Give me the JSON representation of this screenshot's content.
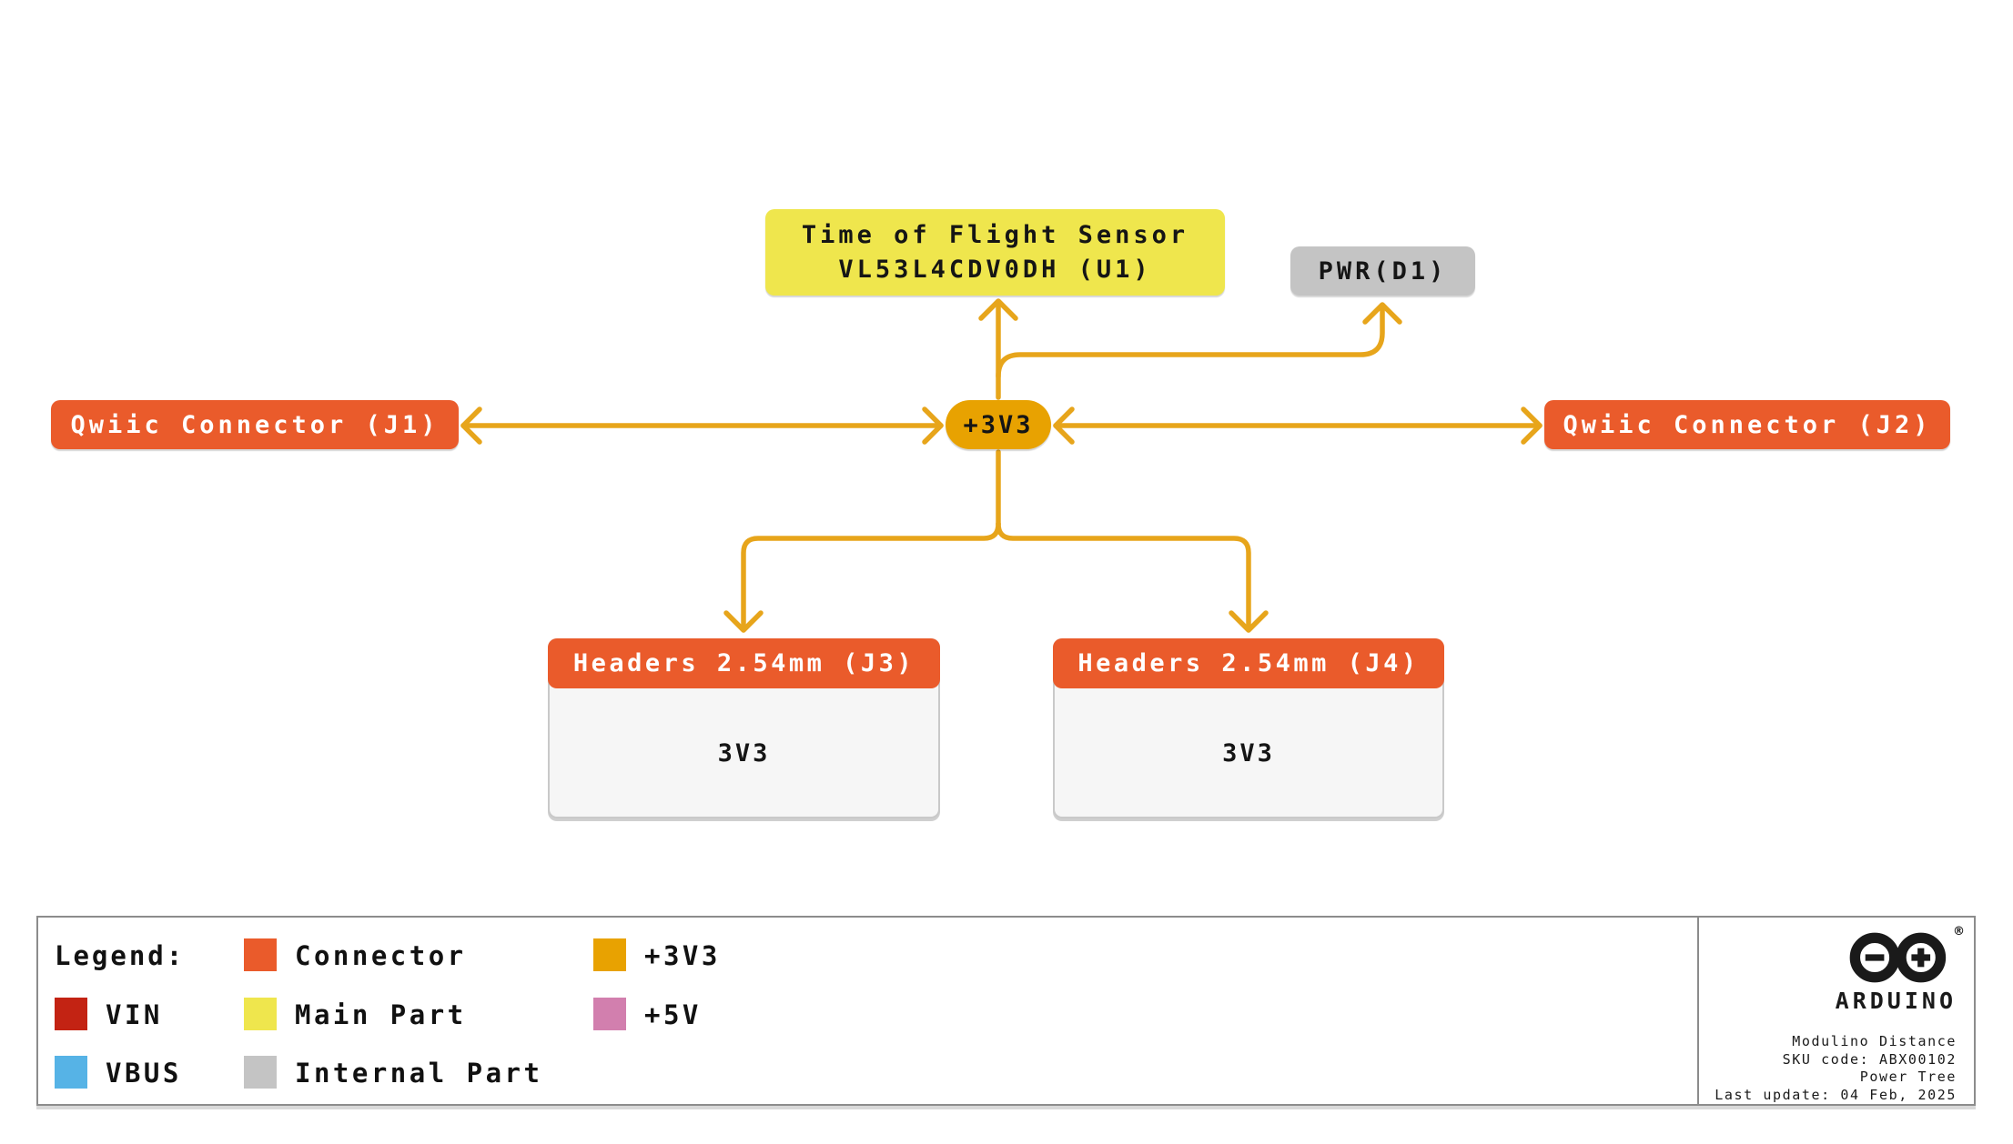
{
  "nodes": {
    "tof": {
      "line1": "Time of Flight Sensor",
      "line2": "VL53L4CDV0DH (U1)"
    },
    "pwr": {
      "label": "PWR(D1)"
    },
    "rail": {
      "label": "+3V3"
    },
    "j1": {
      "label": "Qwiic Connector (J1)"
    },
    "j2": {
      "label": "Qwiic Connector (J2)"
    },
    "j3": {
      "header": "Headers 2.54mm (J3)",
      "pin": "3V3"
    },
    "j4": {
      "header": "Headers 2.54mm (J4)",
      "pin": "3V3"
    }
  },
  "legend": {
    "title": "Legend:",
    "items": [
      {
        "label": "Connector",
        "color": "#EA5B2B"
      },
      {
        "label": "VIN",
        "color": "#C32313"
      },
      {
        "label": "VBUS",
        "color": "#56B3E6"
      },
      {
        "label": "Main Part",
        "color": "#EFE64D"
      },
      {
        "label": "Internal Part",
        "color": "#C4C4C4"
      },
      {
        "label": "+3V3",
        "color": "#E8A201"
      },
      {
        "label": "+5V",
        "color": "#D27FAE"
      }
    ]
  },
  "footer": {
    "brand": "ARDUINO",
    "registered": "®",
    "info_lines": [
      "Modulino Distance",
      "SKU code: ABX00102",
      "Power Tree",
      "Last update: 04 Feb, 2025"
    ]
  },
  "colors": {
    "connector": "#EA5B2B",
    "main_part": "#EFE64D",
    "internal_part": "#C4C4C4",
    "rail_3v3": "#E8A201",
    "panel_body": "#F6F6F6",
    "arrow": "#E7A51B"
  }
}
